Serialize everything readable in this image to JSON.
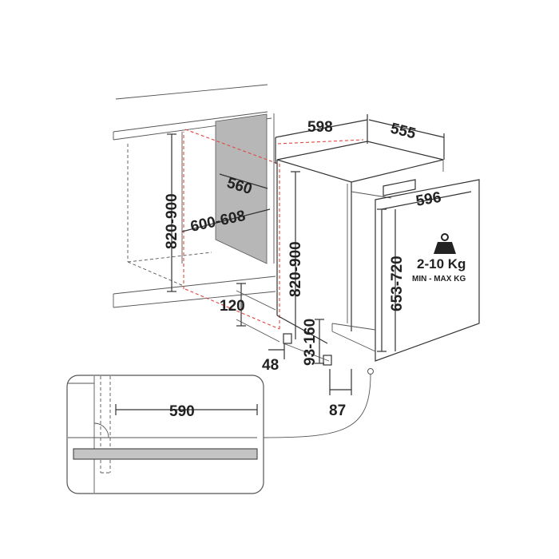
{
  "labels": {
    "width_598": "598",
    "depth_555": "555",
    "niche_depth_560": "560",
    "niche_width_600_608": "600-608",
    "niche_height_820_900": "820-900",
    "appliance_height_820_900": "820-900",
    "plinth_120": "120",
    "foot_48": "48",
    "plinth_93_160": "93-160",
    "offset_87": "87",
    "door_width_596": "596",
    "door_height_653_720": "653-720",
    "door_weight": "2-10 Kg",
    "door_weight_caption": "MIN - MAX KG",
    "detail_590": "590"
  },
  "colors": {
    "line": "#333333",
    "accent_red": "#e0483f",
    "niche_fill": "#b7b7b7",
    "panel_fill": "#c4c4c4"
  },
  "icons": {
    "weight": "weight-icon"
  }
}
